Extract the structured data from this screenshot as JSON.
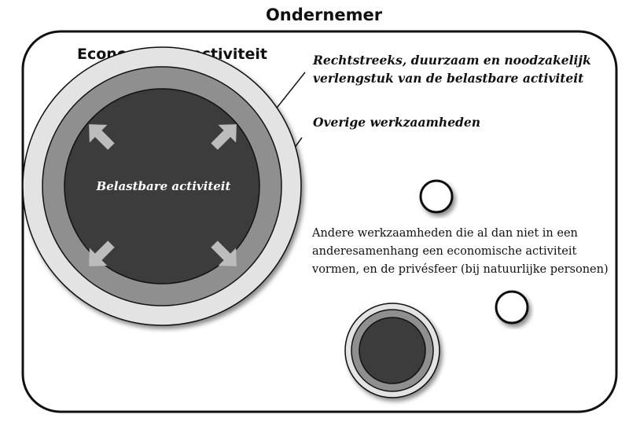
{
  "diagram": {
    "title": "Ondernemer",
    "economic_activity_label": "Economische activiteit",
    "callout_extension": [
      "Rechtstreeks, duurzaam en noodzakelijk",
      "verlengstuk van de belastbare activiteit"
    ],
    "callout_other": "Overige werkzaamheden",
    "taxable_activity_label": "Belastbare activiteit",
    "other_activities_text": [
      "Andere werkzaamheden die al dan niet in een",
      "anderesamenhang een economische activiteit",
      "vormen, en de privésfeer (bij natuurlijke personen)"
    ],
    "colors": {
      "outer_ring": "#e3e3e3",
      "middle_ring": "#8f8f8f",
      "core": "#3c3c3c",
      "arrow": "#bcbcbc",
      "frame": "#111111"
    }
  }
}
